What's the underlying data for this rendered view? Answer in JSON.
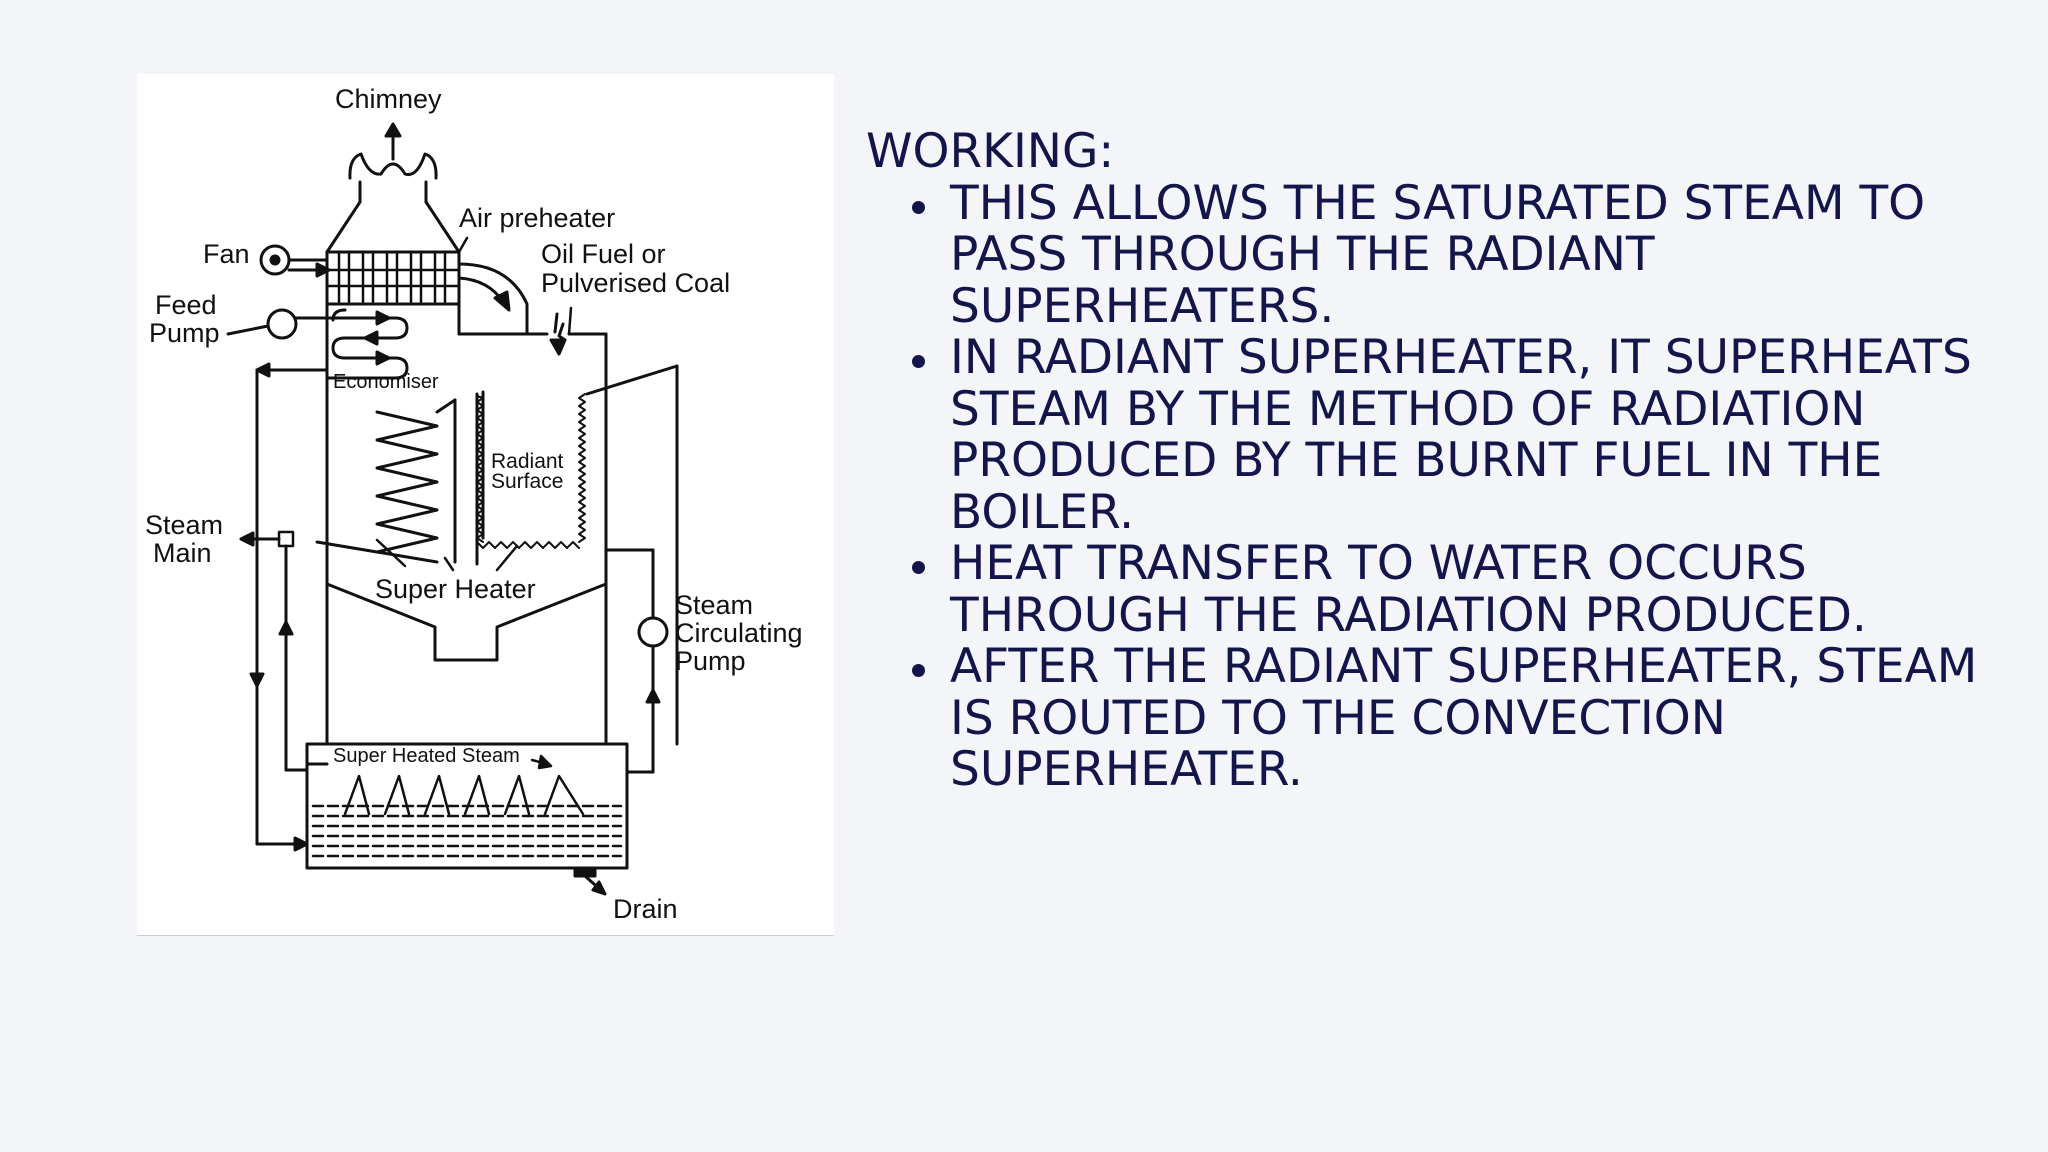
{
  "diagram": {
    "labels": {
      "chimney": "Chimney",
      "air_preheater": "Air preheater",
      "fan": "Fan",
      "oil_fuel_line1": "Oil Fuel or",
      "oil_fuel_line2": "Pulverised Coal",
      "feed_pump_line1": "Feed",
      "feed_pump_line2": "Pump",
      "economiser": "Economiser",
      "radiant_line1": "Radiant",
      "radiant_line2": "Surface",
      "steam_main_line1": "Steam",
      "steam_main_line2": "Main",
      "super_heater": "Super Heater",
      "circ_pump_line1": "Steam",
      "circ_pump_line2": "Circulating",
      "circ_pump_line3": "Pump",
      "super_heated_steam": "Super Heated Steam",
      "drain": "Drain"
    }
  },
  "content": {
    "heading": "WORKING:",
    "bullets": [
      "THIS ALLOWS THE SATURATED STEAM TO PASS THROUGH THE RADIANT SUPERHEATERS.",
      "IN RADIANT SUPERHEATER, IT SUPERHEATS STEAM BY THE METHOD OF RADIATION PRODUCED BY THE BURNT FUEL IN THE BOILER.",
      "HEAT TRANSFER TO WATER OCCURS THROUGH THE RADIATION PRODUCED.",
      "AFTER THE RADIANT SUPERHEATER, STEAM IS ROUTED TO THE CONVECTION SUPERHEATER."
    ]
  },
  "colors": {
    "background": "#f4f5f8",
    "text": "#14154a",
    "diagram_ink": "#111111"
  }
}
